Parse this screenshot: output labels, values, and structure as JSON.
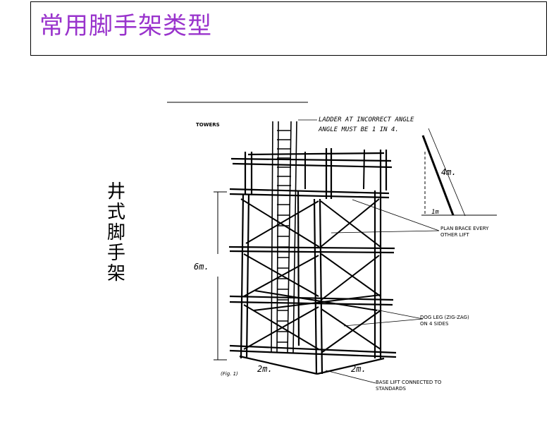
{
  "slide": {
    "title": "常用脚手架类型",
    "side_label": "井式脚手架"
  },
  "figure": {
    "heading": "TOWERS",
    "ladder_note_line1": "LADDER AT INCORRECT ANGLE",
    "ladder_note_line2": "ANGLE MUST BE 1 IN 4.",
    "slope_length": "4m.",
    "slope_base": "1m",
    "height_label": "6m.",
    "plan_brace_line1": "PLAN BRACE EVERY",
    "plan_brace_line2": "OTHER LIFT",
    "dog_leg_line1": "DOG LEG (ZIG-ZAG)",
    "dog_leg_line2": "ON 4 SIDES",
    "base_lift_line1": "BASE LIFT CONNECTED TO",
    "base_lift_line2": "STANDARDS",
    "fig_caption": "(Fig. 1)",
    "width_left": "2m.",
    "width_right": "2m."
  },
  "colors": {
    "title": "#9933cc",
    "line": "#000000"
  }
}
